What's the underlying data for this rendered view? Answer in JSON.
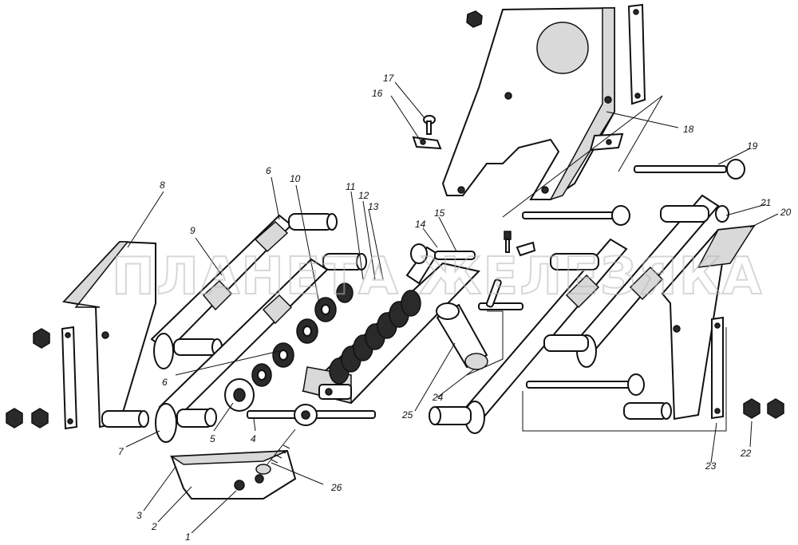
{
  "watermark": "ПЛАНЕТА ЖЕЛЕЗЯКА",
  "callouts": [
    "1",
    "2",
    "3",
    "4",
    "5",
    "6",
    "6",
    "7",
    "8",
    "9",
    "10",
    "11",
    "12",
    "13",
    "14",
    "15",
    "16",
    "17",
    "18",
    "19",
    "20",
    "21",
    "22",
    "23",
    "24",
    "25",
    "26"
  ]
}
